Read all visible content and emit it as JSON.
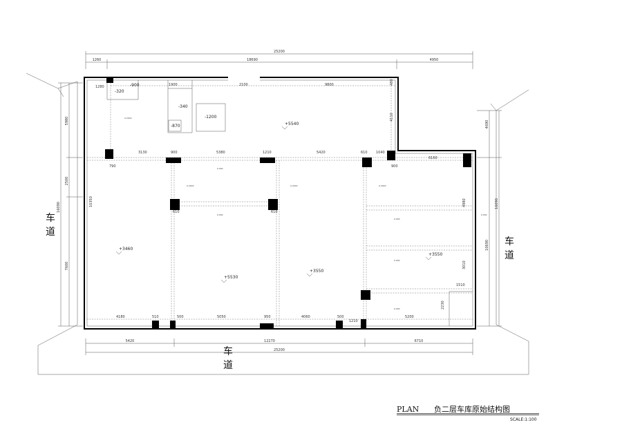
{
  "title": "PLAN",
  "title_cn": "负二层车库原始结构图",
  "scale": "SCALE:1:100",
  "road_label_char1": "车",
  "road_label_char2": "道",
  "dimensions": {
    "top_total": "25200",
    "top_1": "1260",
    "top_2": "18690",
    "top_3": "4950",
    "bottom_1": "5420",
    "bottom_2": "12270",
    "bottom_3": "6710",
    "bottom_total": "25200",
    "left_1": "5980",
    "left_2": "2500",
    "left_total": "16090",
    "left_3": "7600",
    "right_1": "4690",
    "right_2": "10690",
    "right_3": "16090",
    "inner_top_a": "1280",
    "inner_top_b": "1900",
    "inner_top_c": "2100",
    "inner_top_d": "9800",
    "inner_top_e": "480",
    "inner_r_a": "4110",
    "row2_a": "790",
    "row2_b": "3130",
    "row2_c": "900",
    "row2_d": "5380",
    "row2_e": "1210",
    "row2_f": "5420",
    "row2_g": "610",
    "row2_h": "1040",
    "row2_i": "900",
    "row2_j": "6160",
    "left_inner": "10350",
    "bot_a": "4180",
    "bot_b": "510",
    "bot_c": "500",
    "bot_d": "5050",
    "bot_e": "950",
    "bot_f": "4060",
    "bot_g": "500",
    "bot_h": "1210",
    "bot_i": "5200",
    "right_inner_a": "4980",
    "right_inner_b": "3010",
    "right_inner_c": "1510",
    "right_inner_d": "2230",
    "col_note": "610"
  },
  "levels": {
    "l1": "-900",
    "l2": "-320",
    "l3": "-340",
    "l4": "-870",
    "l5": "-1200",
    "l6": "+5540",
    "l7": "+3460",
    "l8": "+5530",
    "l9": "+3550",
    "l10": "+3550"
  },
  "beam_note_a": "0.2000",
  "beam_note_b": "0.000"
}
